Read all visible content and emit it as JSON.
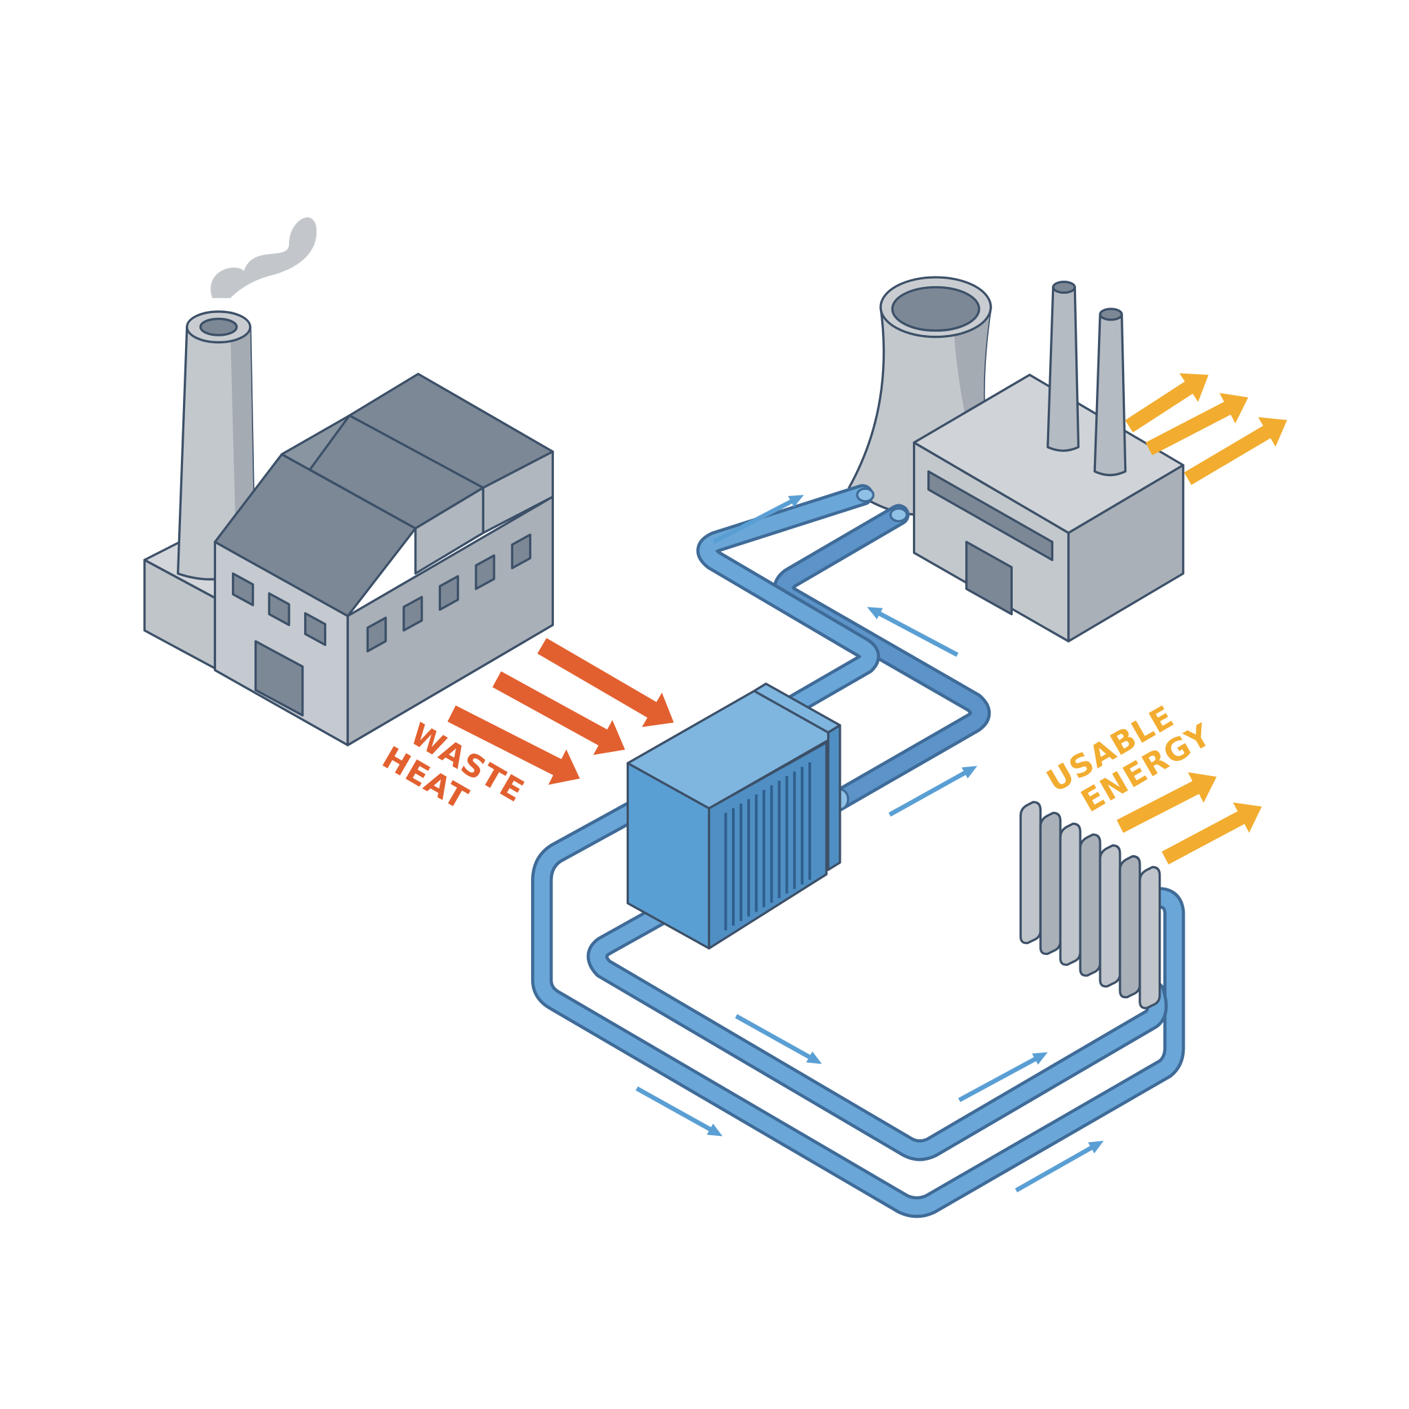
{
  "labels": {
    "waste_heat_line1": "WASTE",
    "waste_heat_line2": "HEAT",
    "usable_energy_line1": "USABLE",
    "usable_energy_line2": "ENERGY"
  },
  "colors": {
    "waste_heat": "#e2602f",
    "usable_energy": "#f2ac2f",
    "pipe": "#6aa7d8",
    "pipe_outline": "#3f6b98",
    "building_light": "#c3c8cd",
    "building_dark": "#7c8896",
    "exchanger": "#5a9fd4"
  }
}
